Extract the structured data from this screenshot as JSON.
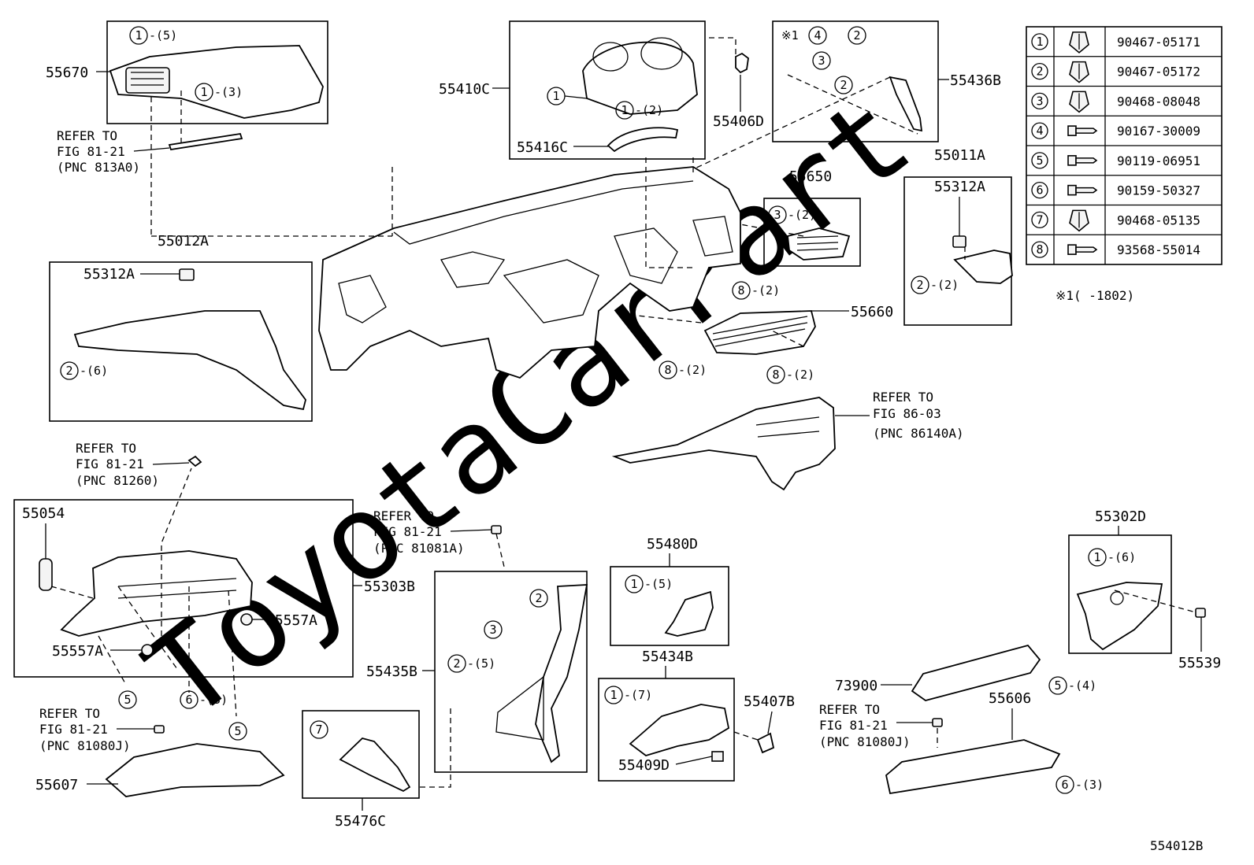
{
  "watermark": "ToyotaCarPart",
  "figure_id": "554012B",
  "note": "※1(    -1802)",
  "parts": {
    "p55670": "55670",
    "p55410C": "55410C",
    "p55406D": "55406D",
    "p55436B": "55436B",
    "p55416C": "55416C",
    "p55650": "55650",
    "p55011A": "55011A",
    "p55312A_right": "55312A",
    "p55012A": "55012A",
    "p55312A_left": "55312A",
    "p55660": "55660",
    "p55054": "55054",
    "p55303B": "55303B",
    "p55557A_right": "55557A",
    "p55557A_left": "55557A",
    "p55480D": "55480D",
    "p55434B": "55434B",
    "p55435B": "55435B",
    "p55407B": "55407B",
    "p55409D": "55409D",
    "p55302D": "55302D",
    "p55539": "55539",
    "p73900": "73900",
    "p55606": "55606",
    "p55607": "55607",
    "p55476C": "55476C"
  },
  "refs": {
    "r1": [
      "REFER TO",
      "FIG 81-21",
      "(PNC 813A0)"
    ],
    "r2": [
      "REFER TO",
      "FIG 86-03",
      "(PNC 86140A)"
    ],
    "r3": [
      "REFER TO",
      "FIG 81-21",
      "(PNC 81260)"
    ],
    "r4": [
      "REFER TO",
      "FIG 81-21",
      "(PNC 81081A)"
    ],
    "r5": [
      "REFER TO",
      "FIG 81-21",
      "(PNC 81080J)"
    ],
    "r6": [
      "REFER TO",
      "FIG 81-21",
      "(PNC 81080J)"
    ]
  },
  "callouts": {
    "c01_n": "1",
    "c01_q": "-(5)",
    "c02_n": "1",
    "c02_q": "-(3)",
    "c03_n": "1",
    "c03_q": "",
    "c04_n": "1",
    "c04_q": "-(2)",
    "c05_m": "※1",
    "c05_n": "4",
    "c06_n": "2",
    "c07_n": "3",
    "c08_n": "2",
    "c09_n": "3",
    "c09_q": "-(2)",
    "c10_n": "2",
    "c10_q": "-(2)",
    "c11_n": "2",
    "c11_q": "-(6)",
    "c12_n": "8",
    "c12_q": "-(2)",
    "c13_n": "8",
    "c13_q": "-(2)",
    "c14_n": "8",
    "c14_q": "-(2)",
    "c15_n": "2",
    "c16_n": "3",
    "c17_n": "2",
    "c17_q": "-(5)",
    "c18_n": "1",
    "c18_q": "-(5)",
    "c19_n": "1",
    "c19_q": "-(7)",
    "c20_n": "5",
    "c21_n": "6",
    "c21_q": "-(3)",
    "c22_n": "5",
    "c23_n": "1",
    "c23_q": "-(6)",
    "c24_n": "5",
    "c24_q": "-(4)",
    "c25_n": "6",
    "c25_q": "-(3)",
    "c26_n": "7"
  },
  "fasteners": [
    {
      "key": "1",
      "part": "90467-05171",
      "icon": "push-clip-icon"
    },
    {
      "key": "2",
      "part": "90467-05172",
      "icon": "push-clip-icon"
    },
    {
      "key": "3",
      "part": "90468-08048",
      "icon": "spring-clip-icon"
    },
    {
      "key": "4",
      "part": "90167-30009",
      "icon": "screw-icon"
    },
    {
      "key": "5",
      "part": "90119-06951",
      "icon": "bolt-icon"
    },
    {
      "key": "6",
      "part": "90159-50327",
      "icon": "bolt-icon"
    },
    {
      "key": "7",
      "part": "90468-05135",
      "icon": "spring-clip-icon"
    },
    {
      "key": "8",
      "part": "93568-55014",
      "icon": "screw-icon"
    }
  ]
}
